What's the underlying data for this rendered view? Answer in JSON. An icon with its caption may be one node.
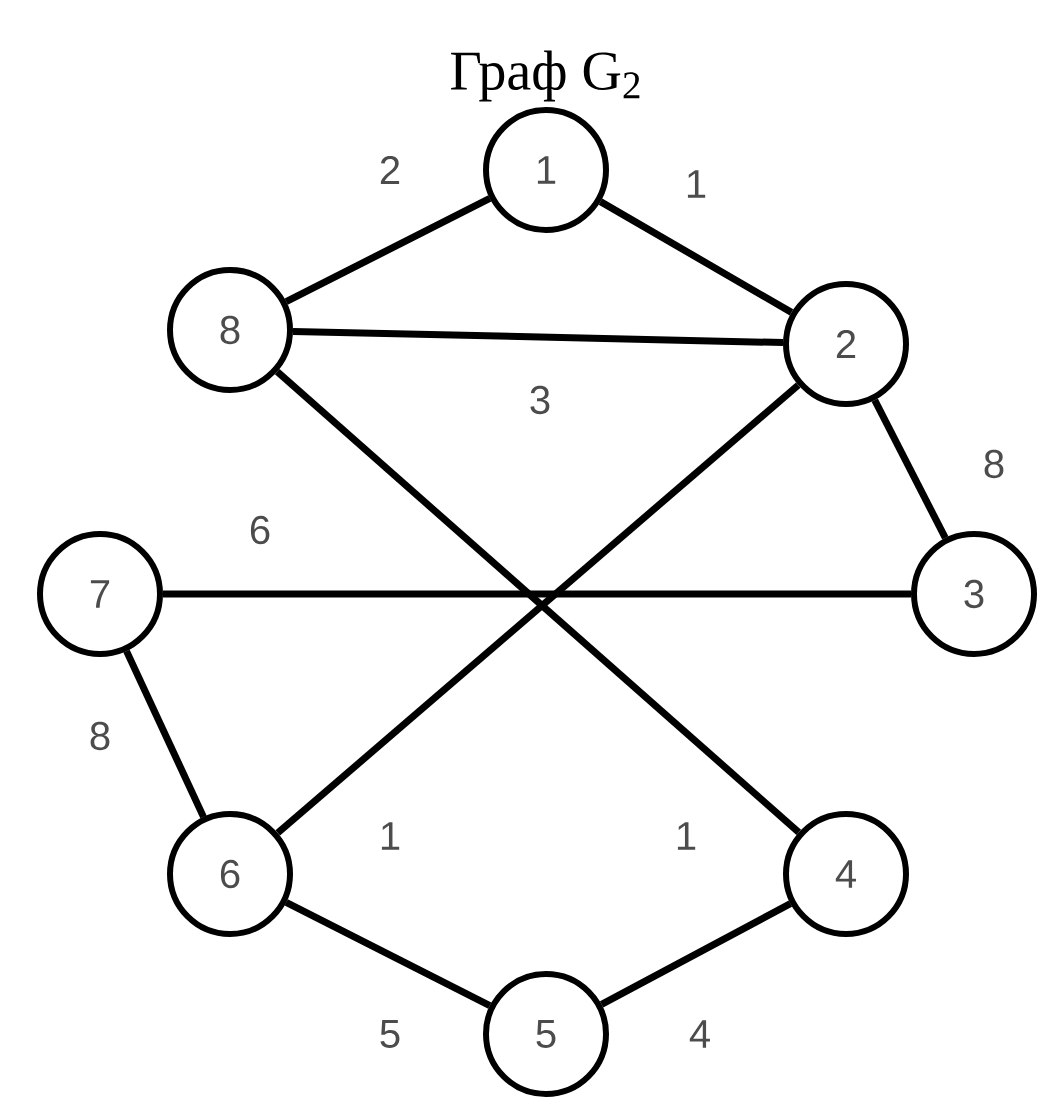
{
  "diagram": {
    "title": "Граф G$_{2}$",
    "nodes": [
      {
        "text": [
          "1"
        ]
      },
      {
        "text": [
          "2"
        ]
      },
      {
        "text": [
          "3"
        ]
      },
      {
        "text": [
          "4"
        ]
      },
      {
        "text": [
          "5"
        ]
      },
      {
        "text": [
          "6"
        ]
      },
      {
        "text": [
          "7"
        ]
      },
      {
        "text": [
          "8"
        ]
      }
    ],
    "edges": [
      {
        "from": 0,
        "to": 7,
        "arrow": "none",
        "label": "2"
      },
      {
        "from": 0,
        "to": 1,
        "arrow": "none",
        "label": "1"
      },
      {
        "from": 7,
        "to": 1,
        "arrow": "none",
        "label": "3"
      },
      {
        "from": 1,
        "to": 2,
        "arrow": "none",
        "label": "8"
      },
      {
        "from": 6,
        "to": 2,
        "arrow": "none",
        "label": "6"
      },
      {
        "from": 7,
        "to": 3,
        "arrow": "none",
        "label": "1"
      },
      {
        "from": 1,
        "to": 5,
        "arrow": "none",
        "label": "1"
      },
      {
        "from": 6,
        "to": 5,
        "arrow": "none",
        "label": "8"
      },
      {
        "from": 5,
        "to": 4,
        "arrow": "none",
        "label": "5"
      },
      {
        "from": 4,
        "to": 3,
        "arrow": "none",
        "label": "4"
      }
    ]
  }
}
